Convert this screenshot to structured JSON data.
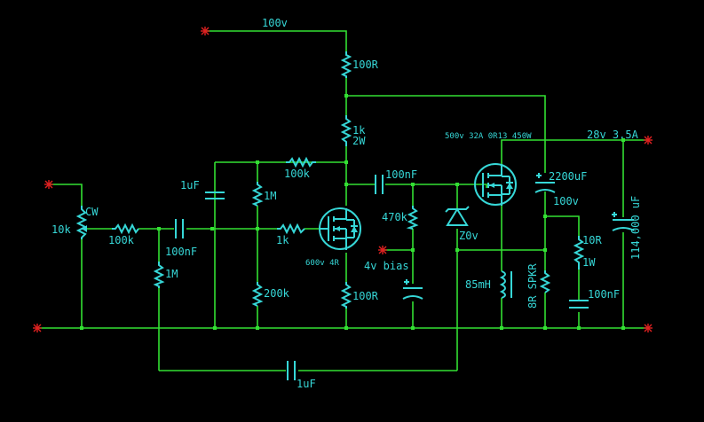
{
  "labels": {
    "supply_100v": "100v",
    "r_100R_top": "100R",
    "r_1k": "1k",
    "r_1k_power": "2W",
    "r_100k_fb": "100k",
    "c_1uF_mid": "1uF",
    "r_1M_mid": "1M",
    "r_1k_gate": "1k",
    "mosfet1": "600v 4R",
    "r_200k": "200k",
    "r_100R_bottom": "100R",
    "c_100nF_couple": "100nF",
    "r_470k": "470k",
    "bias": "4v bias",
    "zener": "Z0v",
    "mosfet2": "500v 32A 0R13 450W",
    "cap_2200": "2200uF",
    "cap_2200_v": "100v",
    "supply_28v": "28v 3.5A",
    "cap_114000": "114,000 uF",
    "r_10R": "10R",
    "r_10R_power": "1W",
    "c_100nF_zobel": "100nF",
    "speaker": "8R SPKR",
    "inductor": "85mH",
    "pot_10k": "10k",
    "pot_cw": "CW",
    "r_100k_in": "100k",
    "c_100nF_in": "100nF",
    "r_1M_in": "1M",
    "c_1uF_bottom": "1uF"
  }
}
